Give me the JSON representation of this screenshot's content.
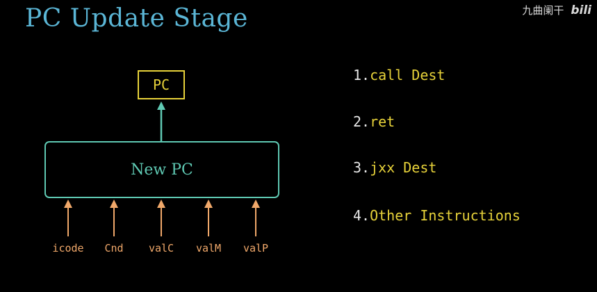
{
  "title": "PC Update Stage",
  "watermark": {
    "text": "九曲阑干",
    "logo": "bili"
  },
  "diagram": {
    "output_box": "PC",
    "logic_box": "New PC",
    "inputs": [
      "icode",
      "Cnd",
      "valC",
      "valM",
      "valP"
    ]
  },
  "instructions": [
    {
      "num": "1.",
      "text": "call Dest"
    },
    {
      "num": "2.",
      "text": "ret"
    },
    {
      "num": "3.",
      "text": "jxx Dest"
    },
    {
      "num": "4.",
      "text": "Other Instructions"
    }
  ],
  "colors": {
    "title": "#5bb6d6",
    "pc_box": "#e8d33a",
    "logic_box": "#5fc9b3",
    "inputs": "#f0a86a",
    "instruction_text": "#e8d33a"
  }
}
